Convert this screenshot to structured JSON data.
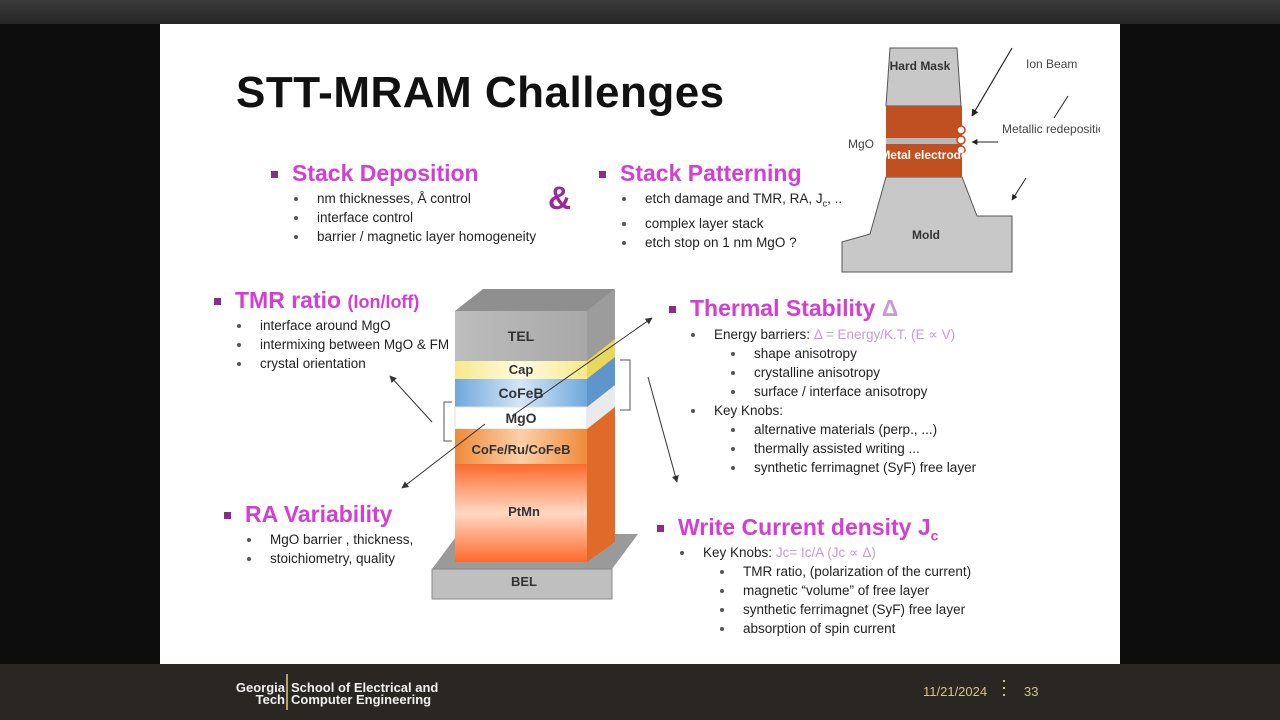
{
  "slide": {
    "title": "STT-MRAM Challenges",
    "ampersand": "&",
    "stack_deposition": {
      "heading": "Stack Deposition",
      "items": [
        "nm thicknesses,  Å control",
        "interface control",
        "barrier / magnetic layer homogeneity"
      ]
    },
    "stack_patterning": {
      "heading": "Stack Patterning",
      "items": [
        "etch damage and TMR, RA, J",
        "complex layer stack",
        "etch stop on 1 nm MgO ?"
      ],
      "item0_sub": "c",
      "item0_tail": ", .."
    },
    "tmr_ratio": {
      "heading": "TMR ratio",
      "heading_sub": "(Ion/Ioff)",
      "items": [
        "interface around MgO",
        "intermixing between MgO & FM",
        "crystal orientation"
      ]
    },
    "thermal_stability": {
      "heading": "Thermal Stability",
      "heading_symbol": "Δ",
      "energy_label": "Energy barriers:",
      "energy_formula": "Δ = Energy/K.T. (E ∝ V)",
      "energy_items": [
        "shape anisotropy",
        "crystalline anisotropy",
        "surface / interface anisotropy"
      ],
      "knobs_label": "Key Knobs:",
      "knob_items": [
        "alternative materials (perp., ...)",
        "thermally assisted writing ...",
        "synthetic ferrimagnet (SyF) free layer"
      ]
    },
    "ra_variability": {
      "heading": "RA Variability",
      "items": [
        "MgO barrier , thickness,",
        "stoichiometry, quality"
      ]
    },
    "write_current": {
      "heading": "Write Current density J",
      "heading_sub": "c",
      "knobs_label": "Key Knobs:",
      "knobs_formula": "Jc= Ic/A  (Jc ∝ Δ)",
      "items": [
        "TMR ratio, (polarization of the current)",
        "magnetic “volume” of free layer",
        "synthetic ferrimagnet (SyF) free layer",
        "absorption of spin current"
      ]
    },
    "stack_diagram": {
      "layers": [
        "TEL",
        "Cap",
        "CoFeB",
        "MgO",
        "CoFe/Ru/CoFeB",
        "PtMn",
        "BEL"
      ]
    },
    "patterning_diagram": {
      "hard_mask": "Hard Mask",
      "metal_electrode": "Metal electrode",
      "mold": "Mold",
      "mgo": "MgO",
      "ion_beam": "Ion Beam",
      "metallic_redeposition": "Metallic redeposition"
    }
  },
  "footer": {
    "logo_line1": "Georgia",
    "logo_line2": "Tech",
    "school_line1": "School of Electrical and",
    "school_line2": "Computer Engineering",
    "date": "11/21/2024",
    "page": "33"
  },
  "colors": {
    "heading": "#d23fd2",
    "bullet": "#8a2d8a",
    "footer_bg": "#2a2622",
    "gold": "#b3a369"
  }
}
